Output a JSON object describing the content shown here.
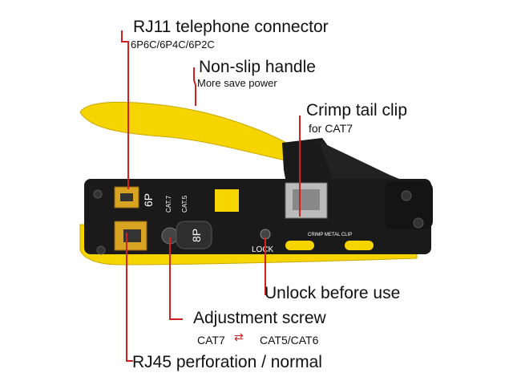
{
  "annotations": {
    "rj11": {
      "title": "RJ11 telephone connector",
      "subtitle": "6P6C/6P4C/6P2C"
    },
    "handle": {
      "title": "Non-slip handle",
      "subtitle": "More save power"
    },
    "crimp_tail": {
      "title": "Crimp tail clip",
      "subtitle": "for CAT7"
    },
    "unlock": {
      "title": "Unlock before use"
    },
    "adjust": {
      "title": "Adjustment screw",
      "left": "CAT7",
      "right": "CAT5/CAT6"
    },
    "rj45": {
      "title": "RJ45 perforation / normal"
    }
  },
  "tool_markings": {
    "port_6p": "6P",
    "port_8p": "8P",
    "cat7": "CAT.7",
    "cat5": "CAT.5",
    "lock": "LOCK",
    "crimp_metal_clip": "CRIMP METAL CLIP"
  },
  "colors": {
    "accent_line": "#d21f1f",
    "handle_yellow": "#f5d400",
    "body_black": "#1a1a1a"
  }
}
